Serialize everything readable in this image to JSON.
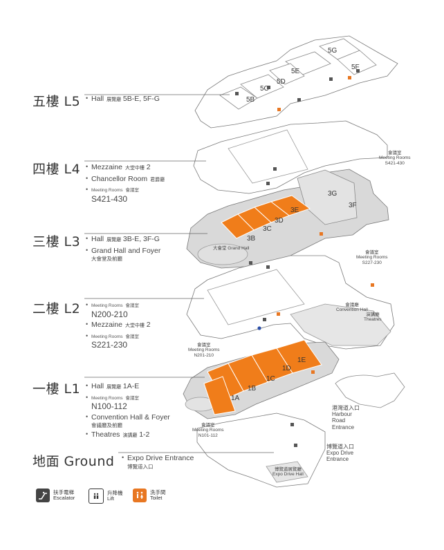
{
  "levels": [
    {
      "title": "五樓 L5",
      "items": [
        {
          "en": "Hall",
          "zh": "展覽廳",
          "code": "5B-E, 5F-G"
        }
      ]
    },
    {
      "title": "四樓 L4",
      "items": [
        {
          "en": "Mezzaine",
          "zh": "大堂中樓",
          "code": "2"
        },
        {
          "en": "Chancellor Room",
          "zh": "君爵廳"
        },
        {
          "small_en": "Meeting Rooms",
          "small_zh": "會議室",
          "big": "S421-430"
        }
      ]
    },
    {
      "title": "三樓 L3",
      "items": [
        {
          "en": "Hall",
          "zh": "展覽廳",
          "code": "3B-E, 3F-G"
        },
        {
          "en": "Grand Hall and Foyer",
          "zhline": "大會堂及前廳"
        }
      ]
    },
    {
      "title": "二樓 L2",
      "items": [
        {
          "small_en": "Meeting Rooms",
          "small_zh": "會議室",
          "big": "N200-210"
        },
        {
          "en": "Mezzaine",
          "zh": "大堂中樓",
          "code": "2"
        },
        {
          "small_en": "Meeting Rooms",
          "small_zh": "會議室",
          "big": "S221-230"
        }
      ]
    },
    {
      "title": "一樓 L1",
      "items": [
        {
          "en": "Hall",
          "zh": "展覽廳",
          "code": "1A-E"
        },
        {
          "small_en": "Meeting Rooms",
          "small_zh": "會議室",
          "big": "N100-112"
        },
        {
          "en": "Convention Hall & Foyer",
          "zhline": "會議廳及前廳"
        },
        {
          "en": "Theatres",
          "zh": "演講廳",
          "code": "1-2"
        }
      ]
    },
    {
      "title": "地面 Ground",
      "items": [
        {
          "en": "Expo Drive Entrance",
          "zhline": "博覽道入口"
        }
      ]
    }
  ],
  "halls": [
    "5G",
    "5F",
    "5E",
    "5D",
    "5C",
    "5B",
    "3G",
    "3F",
    "3E",
    "3D",
    "3C",
    "3B",
    "1E",
    "1D",
    "1C",
    "1B",
    "1A"
  ],
  "callouts": {
    "grand_hall": "大會堂 Grand Hall",
    "l4_rooms": [
      "會議室",
      "Meeting Rooms",
      "S421-430"
    ],
    "l3_rooms": [
      "會議室",
      "Meeting Rooms",
      "S227-230"
    ],
    "convention_hall": [
      "會議廳",
      "Convention Hall"
    ],
    "theatres": [
      "演講廳",
      "Theatres"
    ],
    "l2_rooms": [
      "會議室",
      "Meeting Rooms",
      "N201-210"
    ],
    "l1_rooms": [
      "會議室",
      "Meeting Rooms",
      "N101-112"
    ],
    "harbour": [
      "港灣道入口",
      "Harbour",
      "Road",
      "Entrance"
    ],
    "expo": [
      "博覽道入口",
      "Expo Drive",
      "Entrance"
    ],
    "expo_drive_hall": [
      "博覽道展覽廳",
      "Expo Drive Hall"
    ]
  },
  "legend": [
    {
      "icon": "escalator-icon",
      "zh": "扶手電梯",
      "en": "Escalator",
      "bg": "#444444"
    },
    {
      "icon": "lift-icon",
      "zh": "升降機",
      "en": "Lift",
      "bg": "#ffffff"
    },
    {
      "icon": "toilet-icon",
      "zh": "洗手間",
      "en": "Toilet",
      "bg": "#e87722"
    }
  ],
  "colors": {
    "hall": "#f07d1a",
    "hall_edge": "#c35f0c",
    "active_floor": "#d9d9d9",
    "floor": "#ffffff",
    "outline": "#777777",
    "leader": "#666666"
  }
}
